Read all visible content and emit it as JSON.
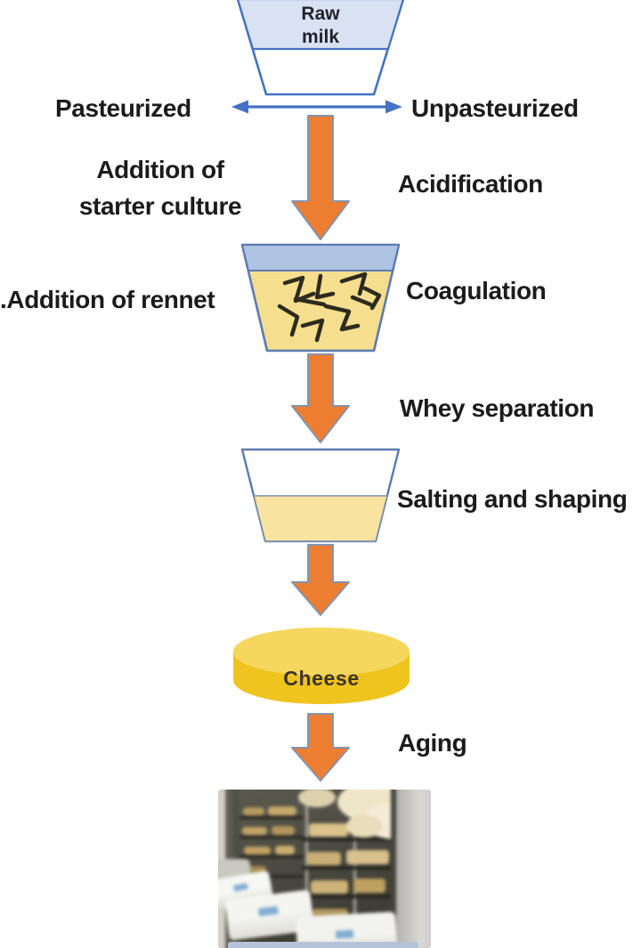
{
  "diagram": {
    "labels": {
      "raw_milk_line1": "Raw",
      "raw_milk_line2": "milk",
      "pasteurized": "Pasteurized",
      "unpasteurized": "Unpasteurized",
      "starter_line1": "Addition of",
      "starter_line2": "starter culture",
      "acidification": "Acidification",
      "rennet_dot": ".",
      "rennet": "Addition of rennet",
      "coagulation": "Coagulation",
      "whey": "Whey separation",
      "salting": "Salting and shaping",
      "cheese": "Cheese",
      "aging": "Aging"
    },
    "icons": {
      "flow_arrow": "down-arrow-icon",
      "milk_choice_arrow": "left-right-arrow-icon"
    }
  },
  "colors": {
    "arrow_orange": "#ED7D31",
    "arrow_outline": "#8694AD",
    "blue": "#4472C4",
    "milk_top": "#D9E2F2",
    "coag_band": "#AFC3E2",
    "curd_fill": "#F6DE8F",
    "whey_fill": "#F8E4A0",
    "cheese_top": "#F6D75E",
    "cheese_side": "#EFC41F",
    "text": "#1B1B1B"
  }
}
